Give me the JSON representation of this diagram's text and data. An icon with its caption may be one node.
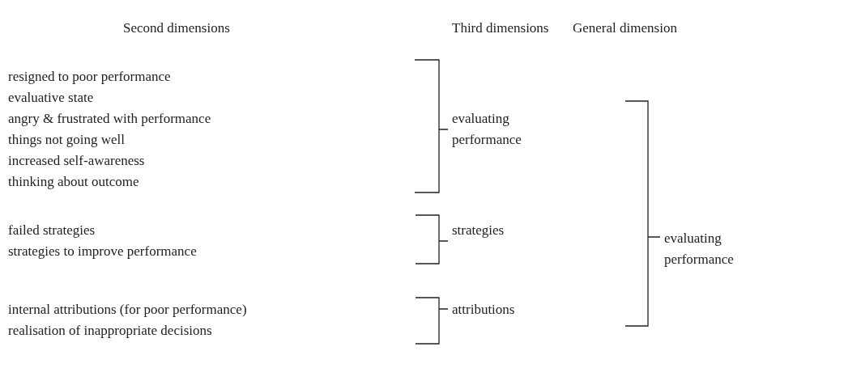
{
  "diagram": {
    "labels": [
      "Second dimensions",
      "Third dimensions",
      "General dimension",
      "resigned to poor performance",
      "evaluative state",
      "angry & frustrated with performance",
      "things not going well",
      "increased self-awareness",
      "thinking about outcome",
      "failed strategies",
      "strategies to improve performance",
      "internal attributions (for poor performance)",
      "realisation of inappropriate decisions",
      "evaluating performance",
      "strategies",
      "attributions",
      "evaluating performance"
    ]
  }
}
